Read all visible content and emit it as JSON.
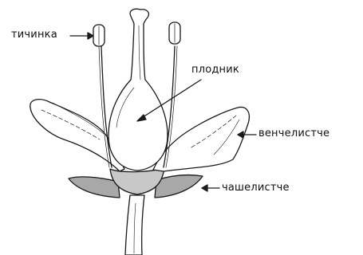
{
  "labels": {
    "stamen": "тичинка",
    "pistil": "плодник",
    "petal": "венчелистче",
    "sepal": "чашелистче"
  },
  "colors": {
    "outline": "#1a1a1a",
    "sepal_fill": "#a8a8a8",
    "receptacle_fill": "#c8c8c8",
    "background": "#ffffff"
  }
}
